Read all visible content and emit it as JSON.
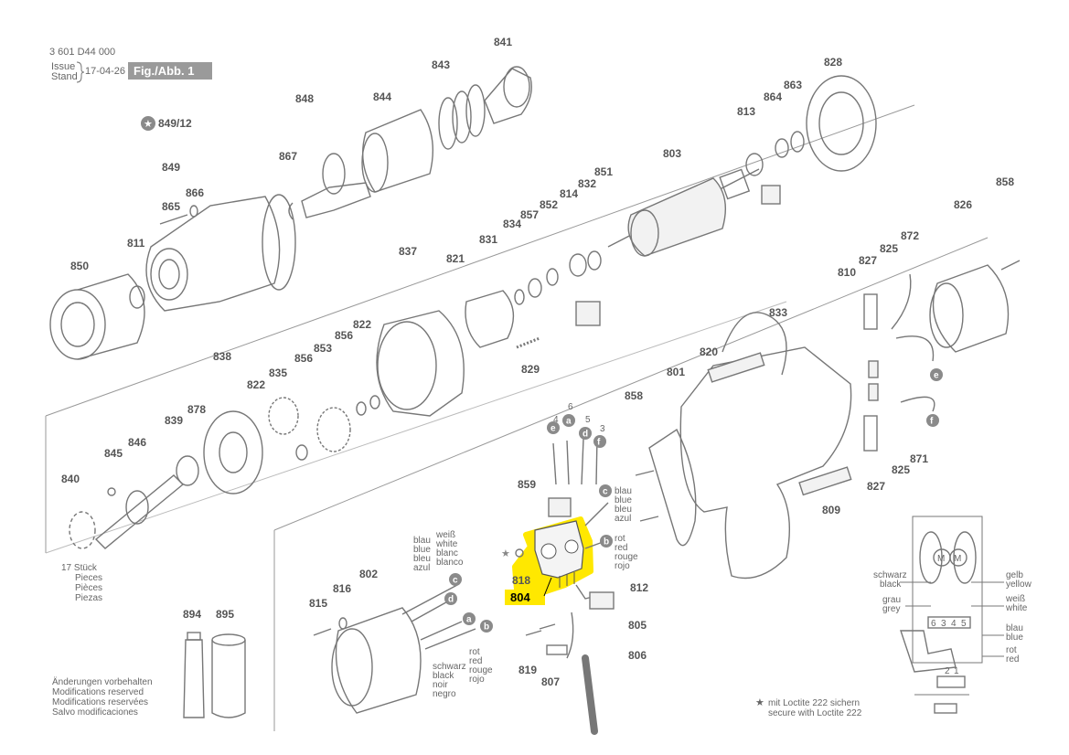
{
  "header": {
    "doc_number": "3 601 D44 000",
    "issue_label_1": "Issue",
    "issue_label_2": "Stand",
    "date": "17-04-26",
    "figure": "Fig./Abb. 1"
  },
  "star_note": "849/12",
  "parts": {
    "p841": "841",
    "p843": "843",
    "p844": "844",
    "p848": "848",
    "p867": "867",
    "p849": "849",
    "p865": "865",
    "p866": "866",
    "p811": "811",
    "p850": "850",
    "p828": "828",
    "p863": "863",
    "p864": "864",
    "p813": "813",
    "p803": "803",
    "p851": "851",
    "p832": "832",
    "p814": "814",
    "p852": "852",
    "p857": "857",
    "p834": "834",
    "p831": "831",
    "p837": "837",
    "p821": "821",
    "p822a": "822",
    "p856a": "856",
    "p853": "853",
    "p829": "829",
    "p858a": "858",
    "p826": "826",
    "p825a": "825",
    "p827a": "827",
    "p872": "872",
    "p810": "810",
    "p833": "833",
    "p820": "820",
    "p801": "801",
    "p838": "838",
    "p878": "878",
    "p835": "835",
    "p822b": "822",
    "p856b": "856",
    "p839": "839",
    "p846": "846",
    "p845": "845",
    "p840": "840",
    "p858b": "858",
    "p871": "871",
    "p825b": "825",
    "p827b": "827",
    "p809": "809",
    "p859": "859",
    "p818": "818",
    "p804": "804",
    "p812": "812",
    "p815": "815",
    "p816": "816",
    "p802": "802",
    "p805": "805",
    "p806": "806",
    "p819": "819",
    "p807": "807",
    "p894": "894",
    "p895": "895"
  },
  "wire_numbers": [
    "4",
    "6",
    "5",
    "3"
  ],
  "connector_letters": [
    "e",
    "a",
    "d",
    "f",
    "c",
    "b",
    "e",
    "f",
    "c",
    "d",
    "a",
    "b"
  ],
  "colors_text": {
    "blue": [
      "blau",
      "blue",
      "bleu",
      "azul"
    ],
    "red": [
      "rot",
      "red",
      "rouge",
      "rojo"
    ],
    "blue2": [
      "blau",
      "blue",
      "bleu",
      "azul"
    ],
    "white": [
      "weiß",
      "white",
      "blanc",
      "blanco"
    ],
    "black": [
      "schwarz",
      "black",
      "noir",
      "negro"
    ],
    "red2": [
      "rot",
      "red",
      "rouge",
      "rojo"
    ]
  },
  "washers_note": [
    "17 Stück",
    "Pieces",
    "Pièces",
    "Piezas"
  ],
  "modifications": [
    "Änderungen vorbehalten",
    "Modifications reserved",
    "Modifications reservées",
    "Salvo modificaciones"
  ],
  "loctite": [
    "mit Loctite 222 sichern",
    "secure with Loctite 222"
  ],
  "schematic": {
    "left1": [
      "schwarz",
      "black"
    ],
    "left2": [
      "grau",
      "grey"
    ],
    "right1": [
      "gelb",
      "yellow"
    ],
    "right2": [
      "weiß",
      "white"
    ],
    "right3": [
      "blau",
      "blue"
    ],
    "right4": [
      "rot",
      "red"
    ],
    "terminals": [
      "6",
      "3",
      "4",
      "5"
    ],
    "bottom_terminals": [
      "2",
      "1"
    ],
    "motor": "M"
  },
  "colors": {
    "highlight": "#ffe800",
    "line": "#777777",
    "badge": "#8a8a8a",
    "figure_bg": "#9a9a9a"
  }
}
